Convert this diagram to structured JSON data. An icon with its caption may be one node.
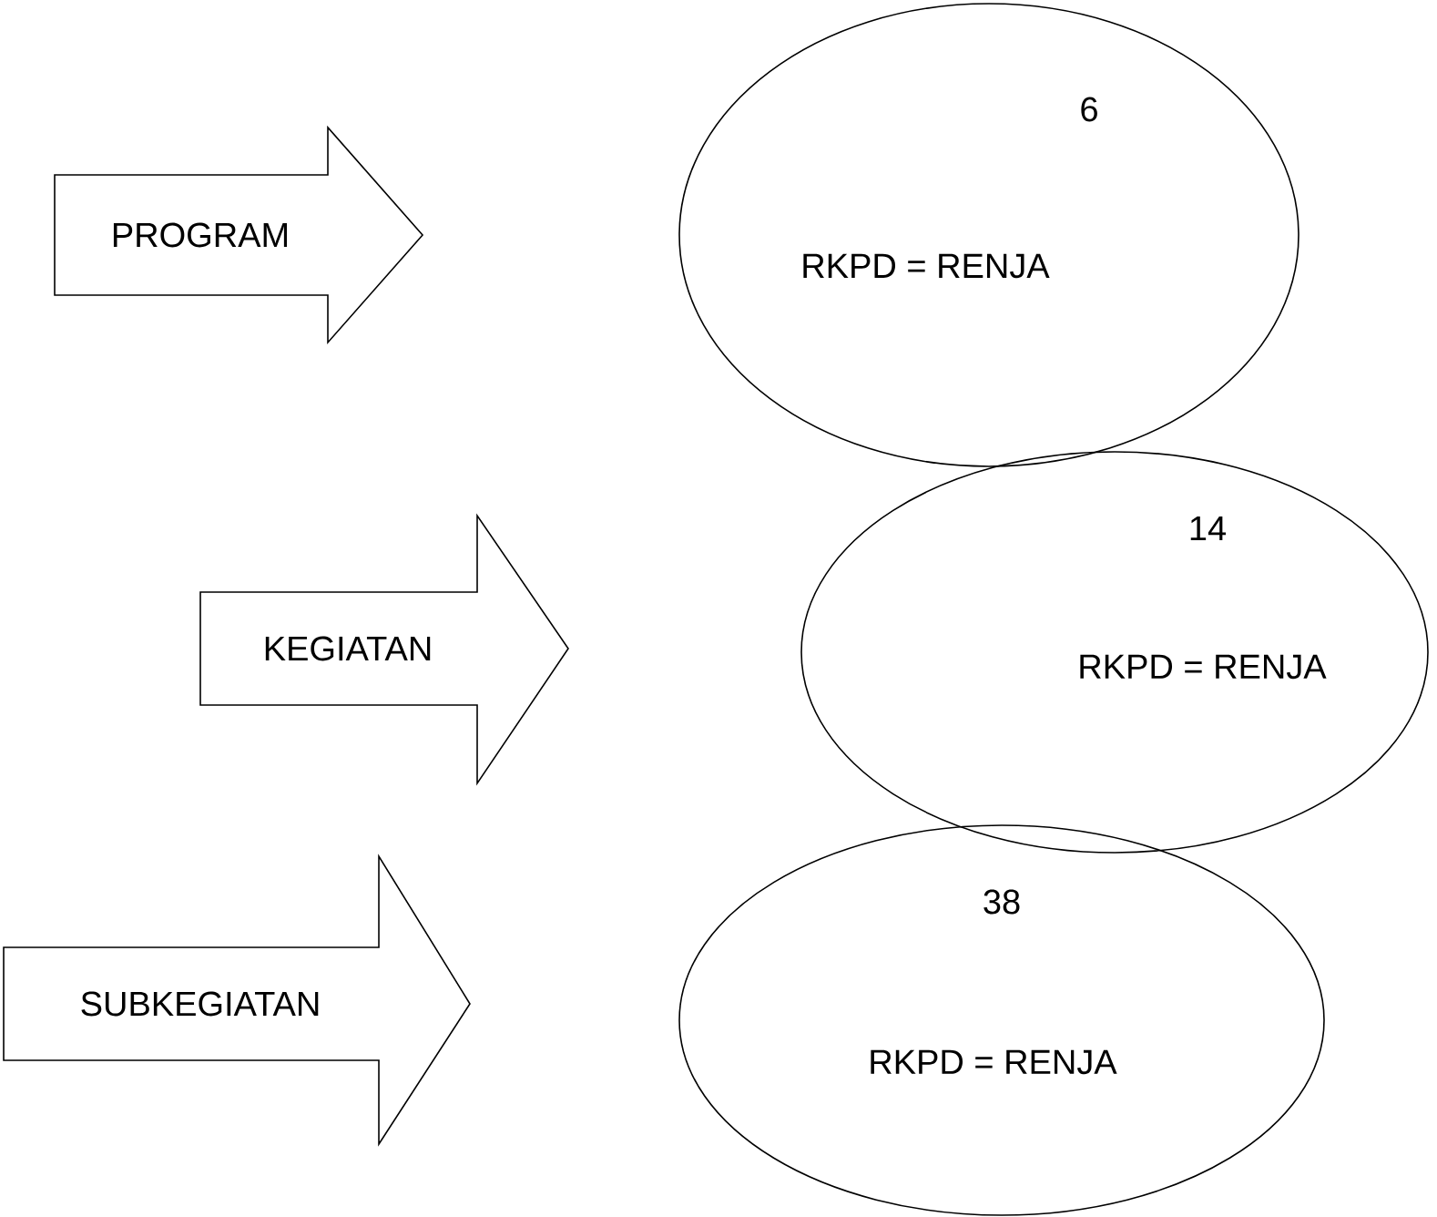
{
  "diagram": {
    "nodes": [
      {
        "text": [
          "PROGRAM"
        ]
      },
      {
        "text": [
          "6",
          "RKPD = RENJA"
        ]
      },
      {
        "text": [
          "KEGIATAN"
        ]
      },
      {
        "text": [
          "14",
          "RKPD = RENJA"
        ]
      },
      {
        "text": [
          "SUBKEGIATAN"
        ]
      },
      {
        "text": [
          "38",
          "RKPD = RENJA"
        ]
      }
    ]
  }
}
